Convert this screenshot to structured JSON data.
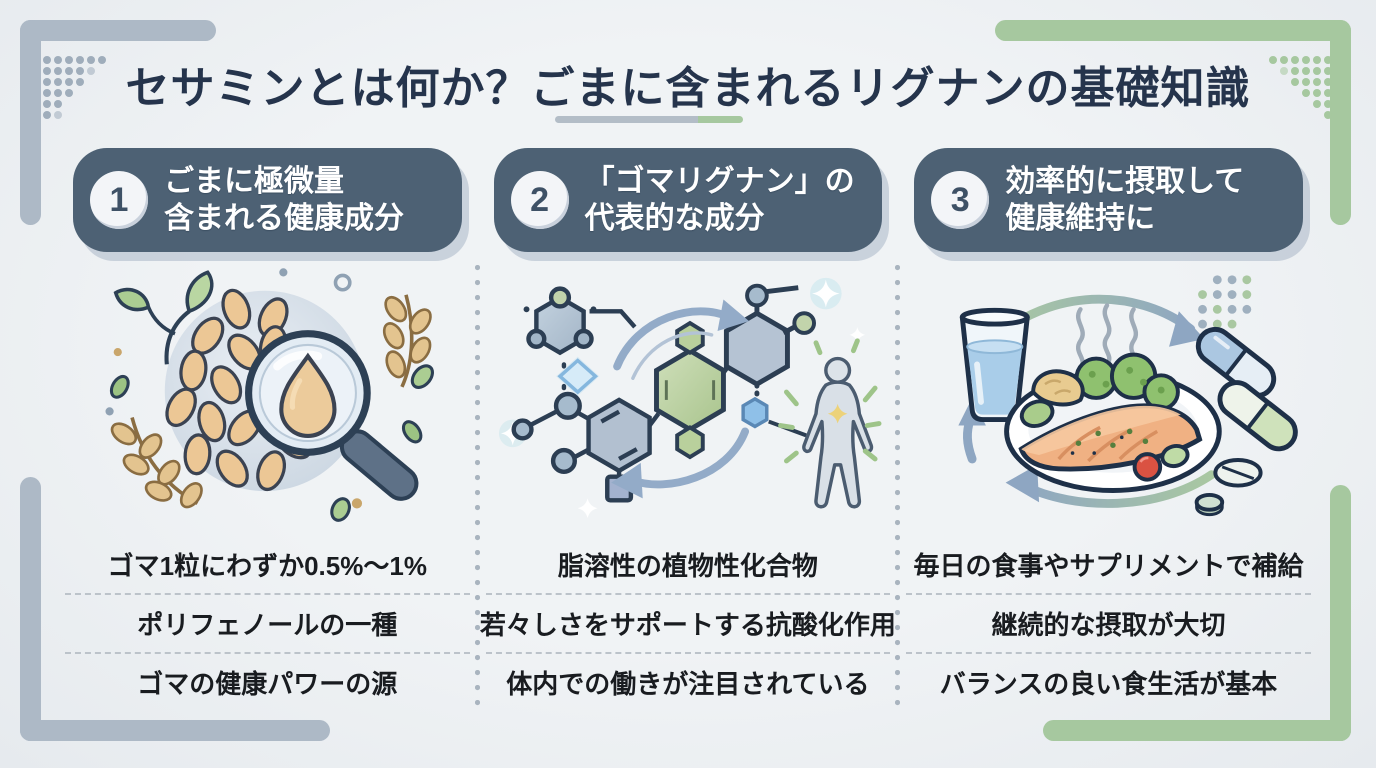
{
  "header": {
    "title": "セサミンとは何か？ごまに含まれるリグナンの基礎知識"
  },
  "columns": [
    {
      "number": "1",
      "heading_lines": [
        "ごまに極微量",
        "含まれる健康成分"
      ],
      "illustration": "sesame-seeds-under-magnifier",
      "points": [
        "ゴマ1粒にわずか0.5%～1%",
        "ポリフェノールの一種",
        "ゴマの健康パワーの源"
      ]
    },
    {
      "number": "2",
      "heading_lines": [
        "「ゴマリグナン」の",
        "代表的な成分"
      ],
      "illustration": "lignan-molecule-and-body",
      "points": [
        "脂溶性の植物性化合物",
        "若々しさをサポートする抗酸化作用",
        "体内での働きが注目されている"
      ]
    },
    {
      "number": "3",
      "heading_lines": [
        "効率的に摂取して",
        "健康維持に"
      ],
      "illustration": "meal-water-supplement-cycle",
      "points": [
        "毎日の食事やサプリメントで補給",
        "継続的な摂取が大切",
        "バランスの良い食生活が基本"
      ]
    }
  ],
  "colors": {
    "background": "#e9edf0",
    "title_text": "#25344c",
    "badge_background": "#4d6174",
    "badge_text": "#ffffff",
    "accent_gray_blue": "#adb9c6",
    "accent_green": "#a6c89f",
    "point_text": "#191c20"
  }
}
